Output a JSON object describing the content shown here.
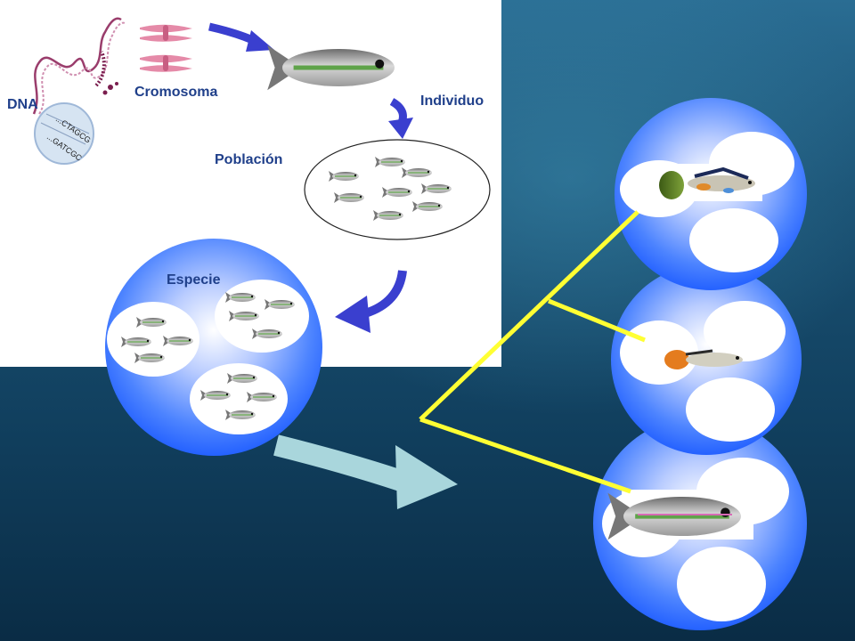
{
  "labels": {
    "dna": "DNA",
    "chromosome": "Cromosoma",
    "individual": "Individuo",
    "population": "Población",
    "species": "Especie"
  },
  "dna_sequences": [
    "...CTAGCG",
    "...GATCGC"
  ],
  "colors": {
    "label_text": "#1f3f8a",
    "arrow_blue": "#3a3fcf",
    "arrow_light": "#a9d6dc",
    "tree_line": "#ffff33",
    "sphere_light": "#ffffff",
    "sphere_dark": "#1e5cff"
  },
  "icons": [
    "dna-helix-icon",
    "chromosome-icon",
    "fish-icon",
    "guppy-fish-icon",
    "arrow-icon"
  ]
}
